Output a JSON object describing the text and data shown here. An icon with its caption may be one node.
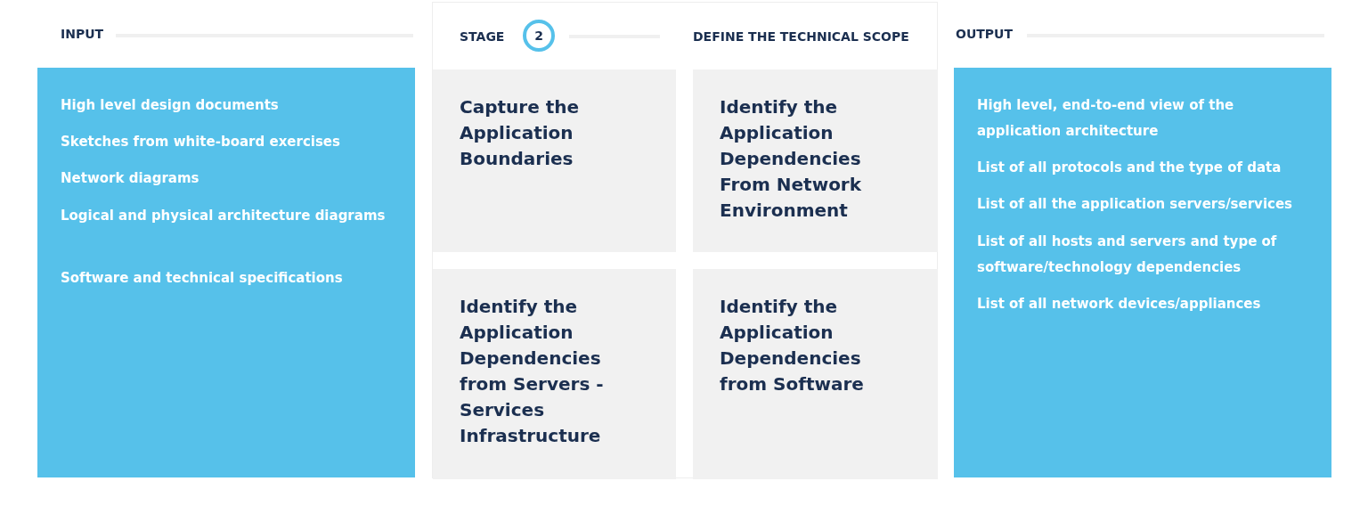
{
  "diagram": {
    "nodes": [
      {
        "text": [
          "INPUT",
          "High level design documents",
          "Sketches from white-board exercises",
          "Network diagrams",
          "Logical and physical architecture diagrams",
          "Software and technical specifications"
        ]
      },
      {
        "text": [
          "STAGE",
          "DEFINE THE TECHNICAL SCOPE"
        ]
      },
      {
        "text": [
          "2"
        ],
        "in": 1
      },
      {
        "text": [
          "Capture the Application Boundaries"
        ],
        "in": 1
      },
      {
        "text": [
          "Identify the Application Dependencies From Network Environment"
        ],
        "in": 1
      },
      {
        "text": [
          "Identify the Application Dependencies from Servers - Services Infrastructure"
        ],
        "in": 1
      },
      {
        "text": [
          "Identify the Application Dependencies from Software"
        ],
        "in": 1
      },
      {
        "text": [
          "OUTPUT",
          "High level, end-to-end view of the application architecture",
          "List of all protocols and the type of data",
          "List of all the application servers/services",
          "List of all hosts and servers and type of software/technology dependencies",
          "List of all network devices/appliances"
        ]
      }
    ]
  }
}
